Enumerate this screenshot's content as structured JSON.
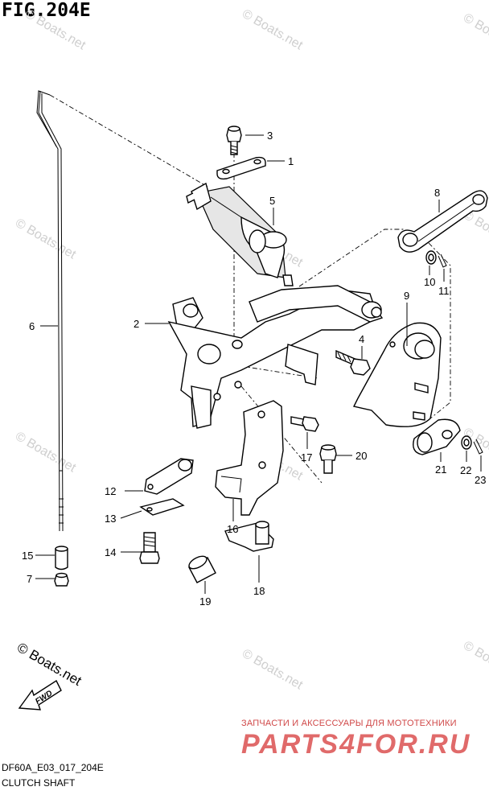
{
  "figure": {
    "title": "FIG.204E",
    "code": "DF60A_E03_017_204E",
    "name": "CLUTCH SHAFT"
  },
  "watermarks": {
    "boats": "© Boats.net",
    "parts_subtitle": "ЗАПЧАСТИ И АКСЕССУАРЫ ДЛЯ МОТОТЕХНИКИ",
    "parts_logo": "PARTS4FOR.RU"
  },
  "direction_arrow": {
    "label": "FWD"
  },
  "callouts": [
    {
      "id": "c1",
      "text": "1"
    },
    {
      "id": "c2",
      "text": "2"
    },
    {
      "id": "c3",
      "text": "3"
    },
    {
      "id": "c4",
      "text": "4"
    },
    {
      "id": "c5",
      "text": "5"
    },
    {
      "id": "c6",
      "text": "6"
    },
    {
      "id": "c7",
      "text": "7"
    },
    {
      "id": "c8",
      "text": "8"
    },
    {
      "id": "c9",
      "text": "9"
    },
    {
      "id": "c10",
      "text": "10"
    },
    {
      "id": "c11",
      "text": "11"
    },
    {
      "id": "c12",
      "text": "12"
    },
    {
      "id": "c13",
      "text": "13"
    },
    {
      "id": "c14",
      "text": "14"
    },
    {
      "id": "c15",
      "text": "15"
    },
    {
      "id": "c16",
      "text": "16"
    },
    {
      "id": "c17",
      "text": "17"
    },
    {
      "id": "c18",
      "text": "18"
    },
    {
      "id": "c19",
      "text": "19"
    },
    {
      "id": "c20",
      "text": "20"
    },
    {
      "id": "c21",
      "text": "21"
    },
    {
      "id": "c22",
      "text": "22"
    },
    {
      "id": "c23",
      "text": "23"
    }
  ]
}
